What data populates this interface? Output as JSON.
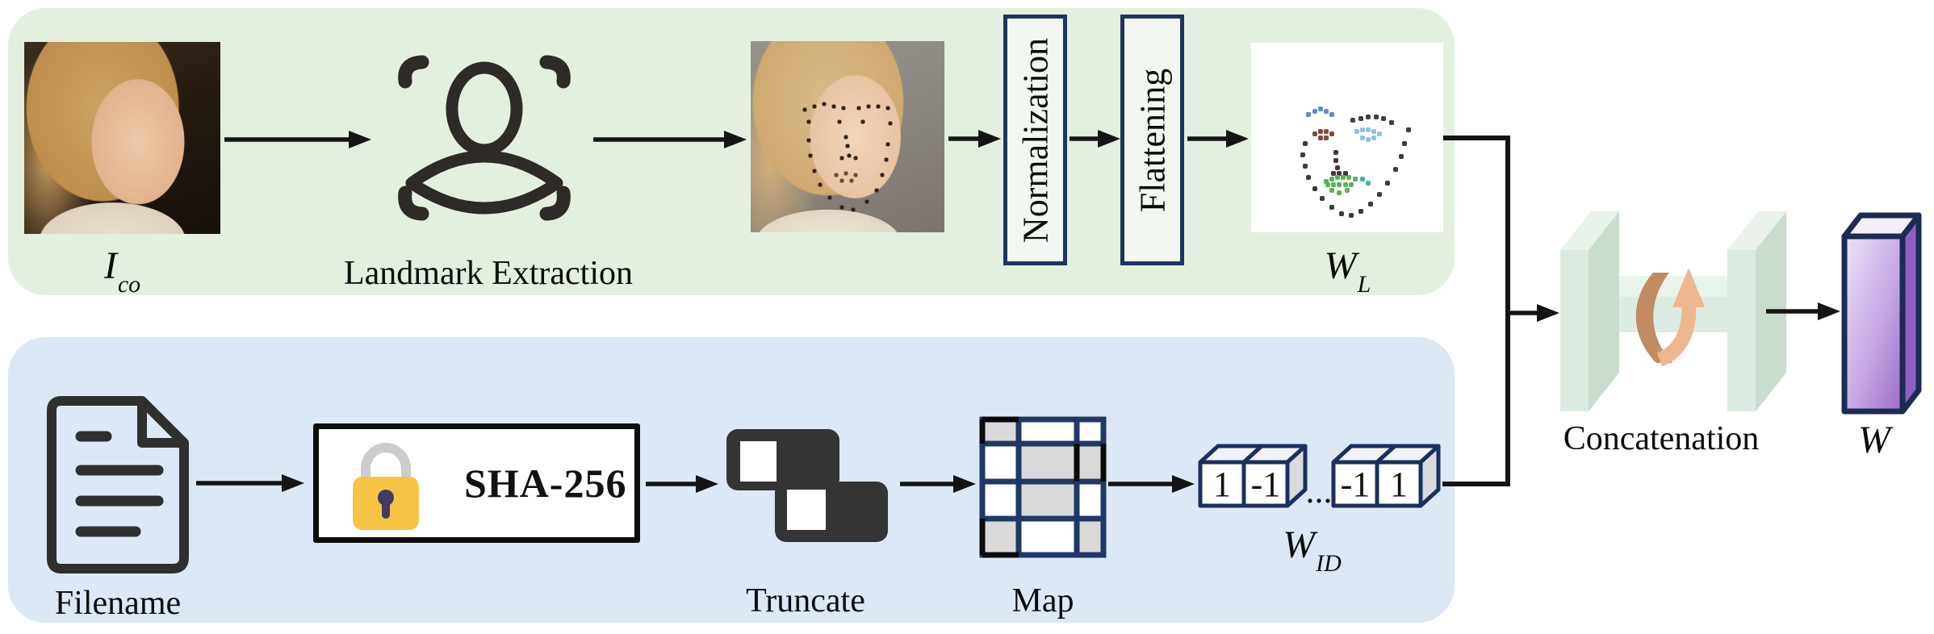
{
  "figure": {
    "top_branch": {
      "input_image_label": {
        "base": "I",
        "sub": "co"
      },
      "landmark_extraction_label": "Landmark Extraction",
      "normalization_label": "Normalization",
      "flattening_label": "Flattening",
      "output_label": {
        "base": "W",
        "sub": "L"
      }
    },
    "bottom_branch": {
      "filename_label": "Filename",
      "hash_label": "SHA-256",
      "truncate_label": "Truncate",
      "map_label": "Map",
      "bits": {
        "values": [
          "1",
          "-1",
          "-1",
          "1"
        ],
        "ellipsis": "..."
      },
      "output_label": {
        "base": "W",
        "sub": "ID"
      }
    },
    "fusion": {
      "concatenation_label": "Concatenation",
      "final_label": "W"
    },
    "colors": {
      "top_panel_bg": "#e4f0df",
      "bottom_panel_bg": "#dce8f6",
      "box_border_navy": "#1e3560",
      "lock_yellow": "#f6c445",
      "arrow_black": "#141414",
      "w_purple": "#9c6cc8",
      "concat_mint": "#dcebe0",
      "ribbon_orange": "#efb78d"
    },
    "wl_scatter": {
      "clusters": [
        {
          "name": "jaw-outline",
          "color": "#3b3b3b",
          "points": [
            [
              28,
              53
            ],
            [
              27,
              59
            ],
            [
              28,
              65
            ],
            [
              30,
              71
            ],
            [
              33,
              77
            ],
            [
              37,
              82
            ],
            [
              42,
              87
            ],
            [
              47,
              90
            ],
            [
              52,
              91
            ],
            [
              57,
              89
            ],
            [
              62,
              85
            ],
            [
              67,
              80
            ],
            [
              71,
              74
            ],
            [
              75,
              67
            ],
            [
              78,
              60
            ],
            [
              80,
              53
            ],
            [
              82,
              46
            ]
          ]
        },
        {
          "name": "right-brow",
          "color": "#4a3b3b",
          "points": [
            [
              53,
              41
            ],
            [
              57,
              40
            ],
            [
              61,
              39
            ],
            [
              65,
              39
            ],
            [
              69,
              40
            ],
            [
              73,
              42
            ]
          ]
        },
        {
          "name": "left-brow",
          "color": "#5b8fc9",
          "points": [
            [
              30,
              38
            ],
            [
              33,
              36
            ],
            [
              36,
              35
            ],
            [
              39,
              36
            ],
            [
              42,
              38
            ]
          ]
        },
        {
          "name": "left-eye",
          "color": "#8a4438",
          "points": [
            [
              33,
              48
            ],
            [
              36,
              47
            ],
            [
              39,
              47
            ],
            [
              42,
              48
            ],
            [
              39,
              50
            ],
            [
              36,
              50
            ]
          ]
        },
        {
          "name": "right-eye",
          "color": "#8fc1e8",
          "points": [
            [
              55,
              47
            ],
            [
              58,
              46
            ],
            [
              61,
              46
            ],
            [
              64,
              47
            ],
            [
              67,
              48
            ],
            [
              64,
              50
            ],
            [
              61,
              51
            ],
            [
              58,
              50
            ]
          ]
        },
        {
          "name": "nose",
          "color": "#4a3535",
          "points": [
            [
              44,
              58
            ],
            [
              44,
              62
            ],
            [
              45,
              66
            ],
            [
              46,
              69
            ],
            [
              43,
              69
            ],
            [
              49,
              69
            ]
          ]
        },
        {
          "name": "mouth",
          "color": "#57b457",
          "points": [
            [
              39,
              73
            ],
            [
              42,
              72
            ],
            [
              45,
              71
            ],
            [
              48,
              71
            ],
            [
              51,
              71
            ],
            [
              54,
              72
            ],
            [
              40,
              75
            ],
            [
              43,
              75
            ],
            [
              46,
              75
            ],
            [
              49,
              75
            ],
            [
              52,
              75
            ],
            [
              42,
              78
            ],
            [
              46,
              79
            ],
            [
              50,
              78
            ]
          ]
        },
        {
          "name": "mouth-corner",
          "color": "#4ab0a6",
          "points": [
            [
              58,
              72
            ],
            [
              61,
              74
            ]
          ]
        }
      ]
    },
    "photo2_dots": {
      "clusters": [
        {
          "name": "face-landmarks",
          "color": "#30231c",
          "points": [
            [
              28,
              36
            ],
            [
              33,
              34
            ],
            [
              38,
              33
            ],
            [
              43,
              34
            ],
            [
              48,
              35
            ],
            [
              56,
              35
            ],
            [
              61,
              34
            ],
            [
              66,
              34
            ],
            [
              71,
              35
            ],
            [
              30,
              42
            ],
            [
              46,
              42
            ],
            [
              58,
              42
            ],
            [
              72,
              43
            ],
            [
              49,
              50
            ],
            [
              50,
              55
            ],
            [
              51,
              60
            ],
            [
              47,
              61
            ],
            [
              54,
              61
            ],
            [
              30,
              52
            ],
            [
              31,
              60
            ],
            [
              33,
              68
            ],
            [
              36,
              75
            ],
            [
              41,
              82
            ],
            [
              47,
              87
            ],
            [
              53,
              88
            ],
            [
              60,
              84
            ],
            [
              65,
              78
            ],
            [
              68,
              70
            ],
            [
              70,
              62
            ],
            [
              71,
              54
            ]
          ]
        },
        {
          "name": "mouth-landmarks",
          "color": "#6b4a3a",
          "points": [
            [
              44,
              70
            ],
            [
              49,
              69
            ],
            [
              54,
              70
            ],
            [
              47,
              73
            ],
            [
              52,
              73
            ]
          ]
        }
      ]
    },
    "map_grid": {
      "fills": [
        [
          "g",
          "w",
          "w"
        ],
        [
          "w",
          "g",
          "g"
        ],
        [
          "w",
          "g",
          "w"
        ],
        [
          "g",
          "w",
          "g"
        ]
      ],
      "gray": "#d9d9d9",
      "white": "#ffffff"
    }
  }
}
